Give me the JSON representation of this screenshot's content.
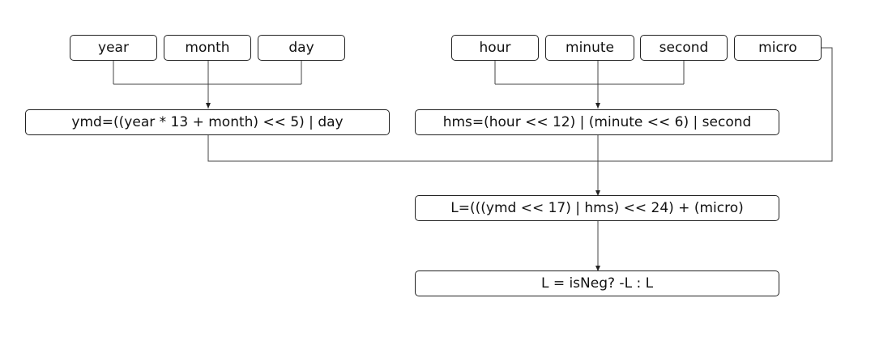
{
  "boxes": {
    "year": "year",
    "month": "month",
    "day": "day",
    "hour": "hour",
    "minute": "minute",
    "second": "second",
    "micro": "micro",
    "ymd": "ymd=((year * 13 + month) << 5) | day",
    "hms": "hms=(hour << 12) | (minute << 6) | second",
    "L": "L=(((ymd << 17) | hms) << 24) + (micro)",
    "neg": "L = isNeg? -L : L"
  }
}
